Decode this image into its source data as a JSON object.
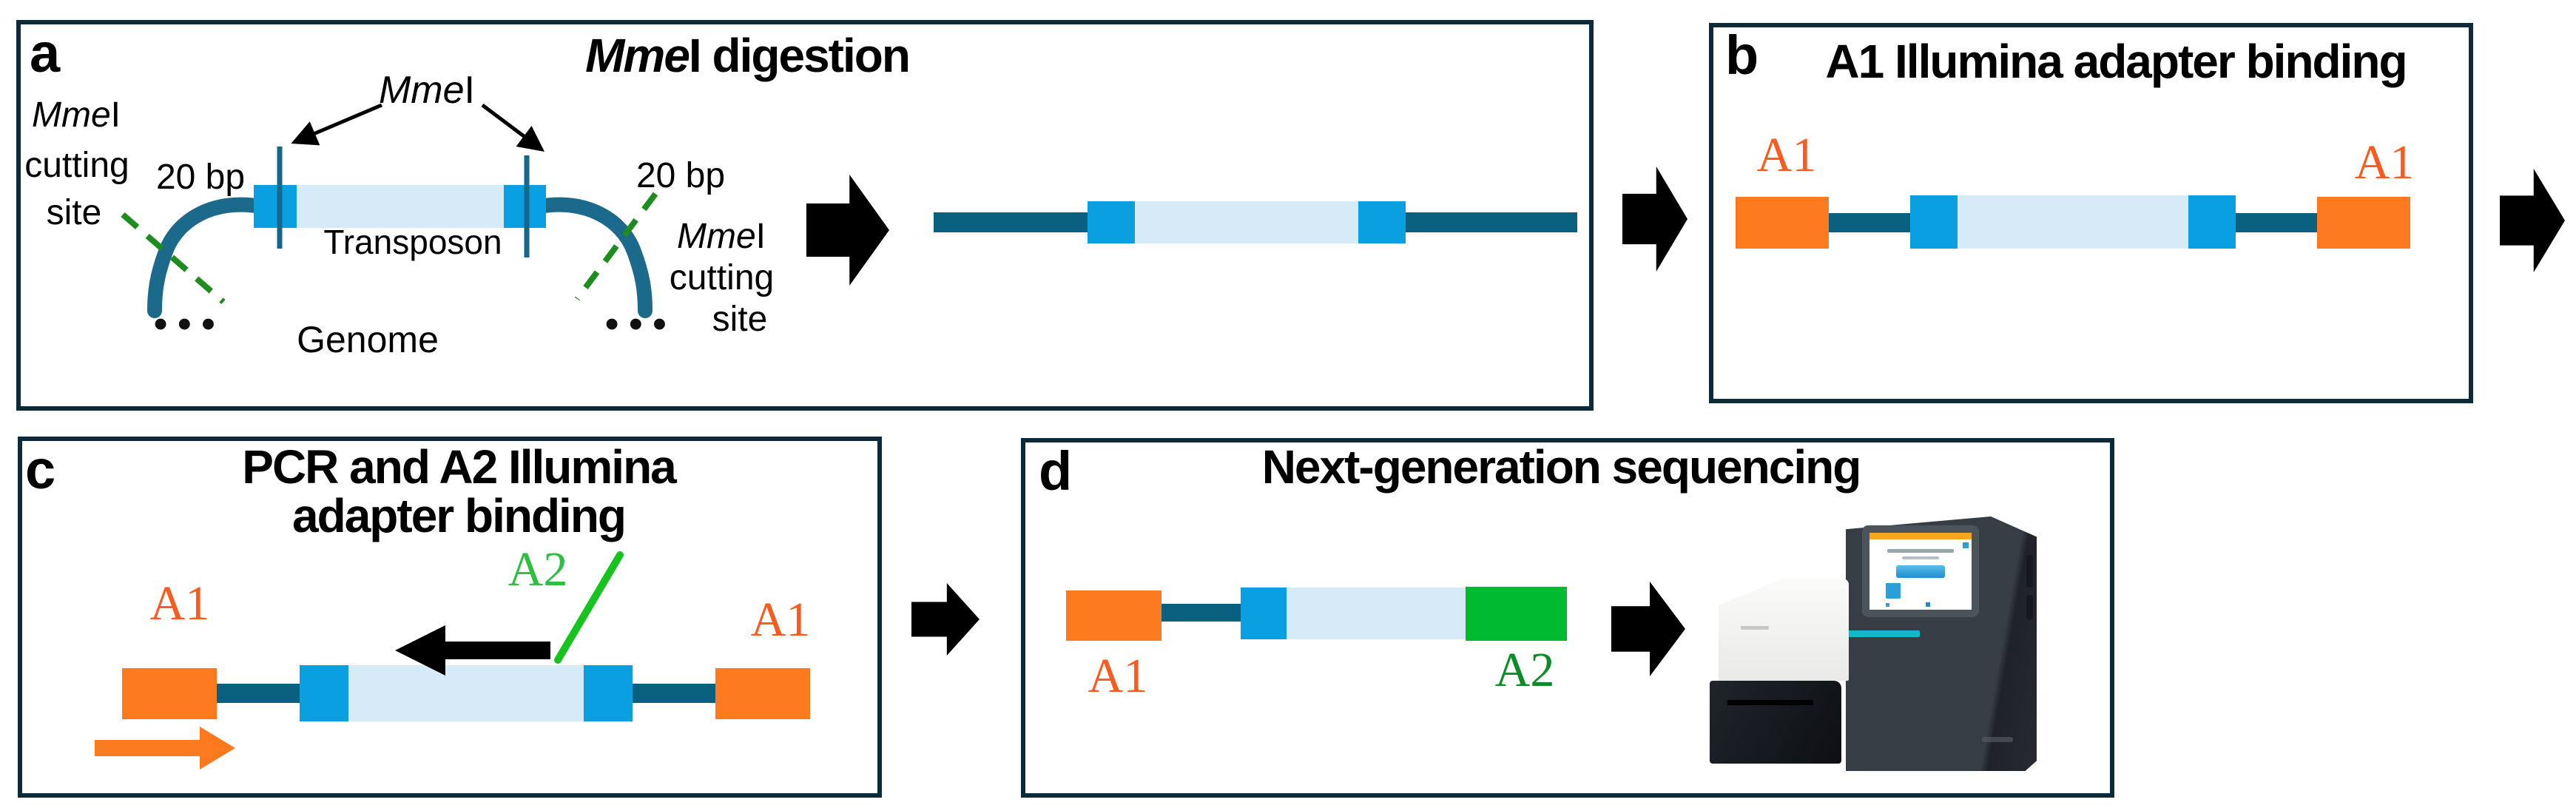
{
  "figure": {
    "description": "Four-panel workflow diagram of transposon insertion sequencing library preparation"
  },
  "colors": {
    "panel_border": "#0d2a3a",
    "dna_teal": "#0a607f",
    "genome_arc_teal": "#1b6a8c",
    "transposon_end_blue": "#099fe0",
    "transposon_body_blue": "#d6eaf8",
    "a1_adapter_orange": "#fb7a1e",
    "a1_label_orange": "#f95a1d",
    "a2_adapter_green": "#00ba30",
    "a2_label_green_light": "#2dbf3e",
    "a2_label_green_dark": "#0b8c26",
    "a2_primer_line_green": "#17c41f",
    "mmei_cut_dash_green": "#1e8c1e",
    "flow_arrow_black": "#000000",
    "sequencer_accent_teal": "#10b9c9",
    "sequencer_screen_orange": "#f6a61f"
  },
  "terms": {
    "mme_italic": "Mme",
    "enzyme_suffix": "I",
    "cutting": "cutting",
    "site": "site",
    "bp20": "20 bp",
    "transposon": "Transposon",
    "genome": "Genome",
    "dots": "•••",
    "a1": "A1",
    "a2": "A2"
  },
  "panel_a": {
    "letter": "a",
    "title_rest": "I digestion"
  },
  "panel_b": {
    "letter": "b",
    "title": "A1 Illumina adapter binding"
  },
  "panel_c": {
    "letter": "c",
    "title_line1": "PCR and A2 Illumina",
    "title_line2": "adapter binding"
  },
  "panel_d": {
    "letter": "d",
    "title": "Next-generation sequencing"
  }
}
